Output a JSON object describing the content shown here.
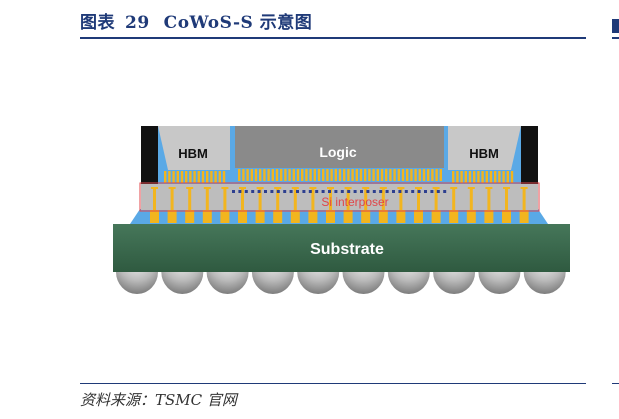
{
  "figure": {
    "title_prefix": "图表",
    "number": "29",
    "title": "CoWoS-S 示意图",
    "source": "资料来源：TSMC 官网"
  },
  "diagram": {
    "labels": {
      "hbm_left": "HBM",
      "logic": "Logic",
      "hbm_right": "HBM",
      "interposer": "Si interposer",
      "substrate": "Substrate"
    },
    "colors": {
      "title": "#1f3a78",
      "hbm": "#c8c8c8",
      "logic": "#8a8a8a",
      "mold": "#111111",
      "underfill": "#5aa9e6",
      "interposer": "#bdbdbd",
      "interposer_outline": "#e0454a",
      "bump": "#f2b51e",
      "substrate": "#3c6a4d",
      "ball": "#b9b9b9"
    }
  }
}
